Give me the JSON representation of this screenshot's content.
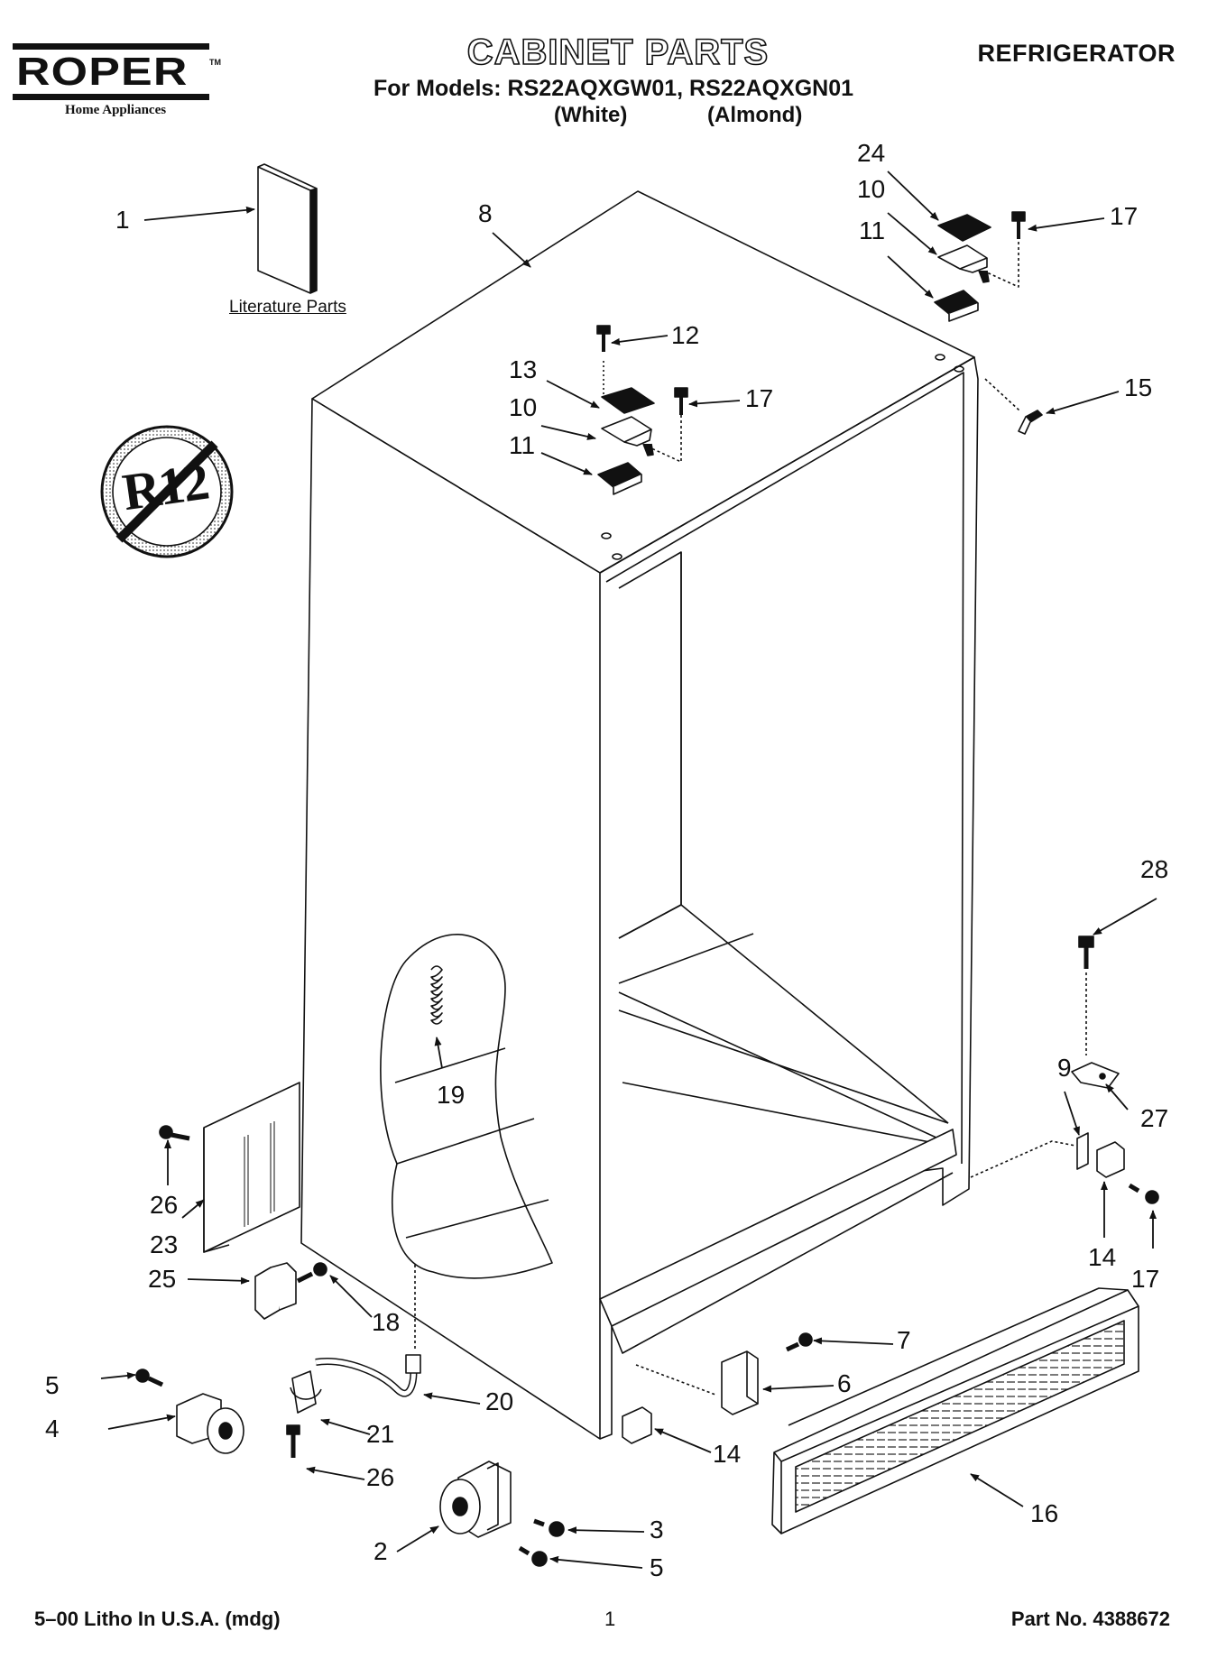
{
  "brand": {
    "name": "ROPER",
    "trademark": "TM",
    "tagline": "Home Appliances"
  },
  "header": {
    "title": "CABINET PARTS",
    "models_line": "For Models: RS22AQXGW01, RS22AQXGN01",
    "color_white": "(White)",
    "color_almond": "(Almond)",
    "category": "REFRIGERATOR"
  },
  "literature_label": "Literature Parts",
  "badge_text": "R12",
  "callouts": [
    "1",
    "8",
    "24",
    "10",
    "11",
    "17",
    "12",
    "13",
    "17",
    "10",
    "11",
    "15",
    "28",
    "19",
    "9",
    "27",
    "26",
    "23",
    "14",
    "17",
    "25",
    "18",
    "7",
    "5",
    "6",
    "20",
    "4",
    "21",
    "14",
    "26",
    "3",
    "2",
    "5",
    "16"
  ],
  "footer": {
    "left": "5–00 Litho In U.S.A. (mdg)",
    "center": "1",
    "right": "Part No. 4388672"
  }
}
